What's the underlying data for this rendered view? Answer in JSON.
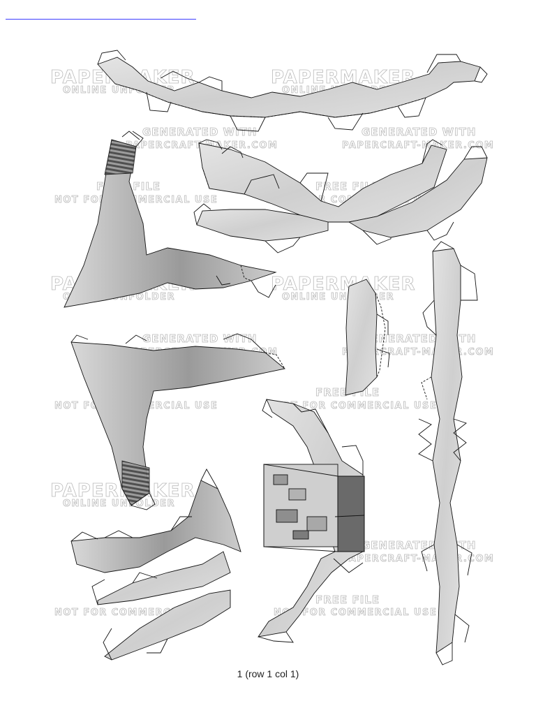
{
  "page": {
    "footer_label": "1 (row 1 col 1)"
  },
  "watermarks": {
    "brand": "PAPERMAKER",
    "brand_sub": "ONLINE UNFOLDER",
    "generated": "GENERATED WITH",
    "site": "PAPERCRAFT-MAKER.COM",
    "free": "FREE FILE",
    "not_commercial": "NOT FOR COMMERCIAL USE"
  },
  "colors": {
    "link_line": "#3d3dff",
    "piece_fill": "#d6d6d6",
    "piece_dark": "#5a5a5a",
    "outline": "#111111",
    "watermark": "#b9b9b9"
  }
}
